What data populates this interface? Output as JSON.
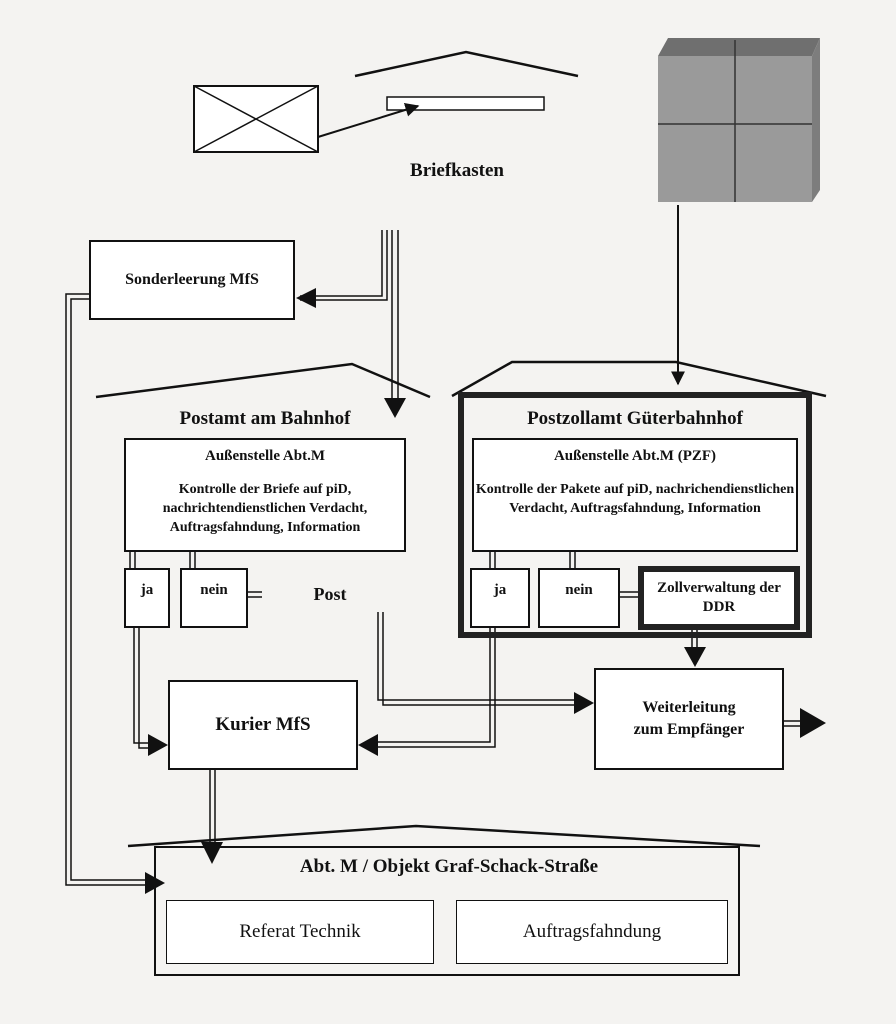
{
  "labels": {
    "briefkasten": "Briefkasten",
    "sonderleerung": "Sonderleerung MfS",
    "postamt_title": "Postamt am Bahnhof",
    "postamt_inner_title": "Außenstelle Abt.M",
    "postamt_inner_text": "Kontrolle der Briefe auf piD, nachrichtendienstlichen Verdacht, Auftragsfahndung, Information",
    "postamt_ja": "ja",
    "postamt_nein": "nein",
    "post": "Post",
    "zoll_title": "Postzollamt Güterbahnhof",
    "zoll_inner_title": "Außenstelle Abt.M (PZF)",
    "zoll_inner_text": "Kontrolle der Pakete auf piD, nachrichendienstlichen Verdacht, Auftragsfahndung, Information",
    "zoll_ja": "ja",
    "zoll_nein": "nein",
    "zollverwaltung": "Zollverwaltung der DDR",
    "kurier": "Kurier MfS",
    "weiterleitung": "Weiterleitung zum Empfänger",
    "objekt_title": "Abt. M / Objekt Graf-Schack-Straße",
    "referat": "Referat Technik",
    "auftragsfahndung": "Auftragsfahndung"
  },
  "icons": {
    "letter": "envelope-icon",
    "mailbox": "mailbox-slot-icon",
    "parcel": "parcel-box-icon"
  },
  "colors": {
    "line": "#111111",
    "paper": "#f4f3f1",
    "parcel_face": "#9a9a9a",
    "parcel_top": "#6f6f6f"
  }
}
